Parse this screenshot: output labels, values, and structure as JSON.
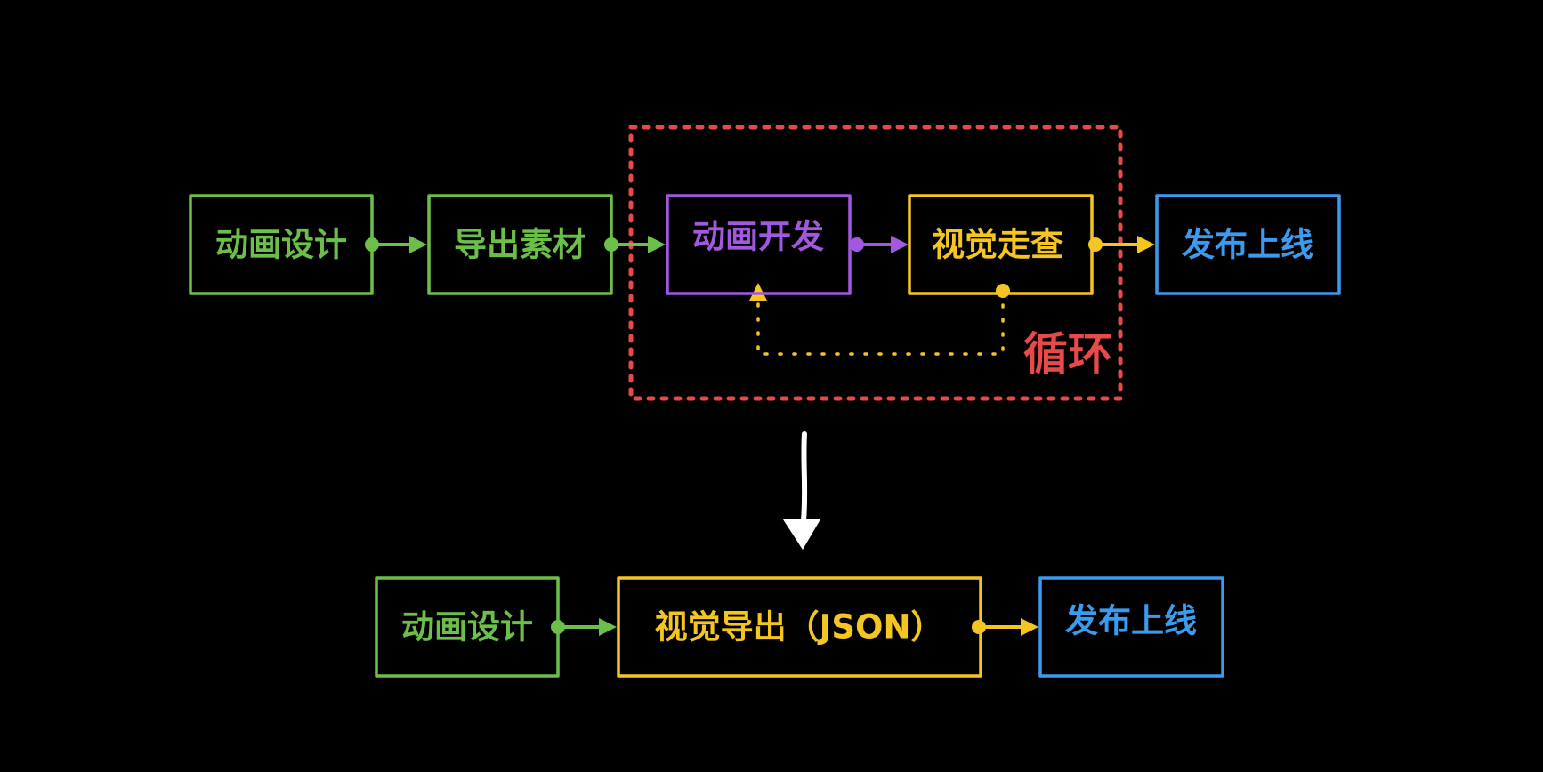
{
  "colors": {
    "background": "#000000",
    "green": "#6cc04a",
    "purple": "#a259e0",
    "yellow": "#f5c622",
    "blue": "#3d9bef",
    "red": "#e84a4a",
    "white": "#ffffff"
  },
  "top_row": {
    "nodes": [
      {
        "id": "t1",
        "label": "动画设计",
        "color": "green"
      },
      {
        "id": "t2",
        "label": "导出素材",
        "color": "green"
      },
      {
        "id": "t3",
        "label": "动画开发",
        "color": "purple"
      },
      {
        "id": "t4",
        "label": "视觉走查",
        "color": "yellow"
      },
      {
        "id": "t5",
        "label": "发布上线",
        "color": "blue"
      }
    ]
  },
  "loop": {
    "label": "循环",
    "color": "red"
  },
  "bottom_row": {
    "nodes": [
      {
        "id": "b1",
        "label": "动画设计",
        "color": "green"
      },
      {
        "id": "b2",
        "label": "视觉导出（JSON）",
        "color": "yellow"
      },
      {
        "id": "b3",
        "label": "发布上线",
        "color": "blue"
      }
    ]
  },
  "transition_arrow": {
    "color": "white"
  }
}
